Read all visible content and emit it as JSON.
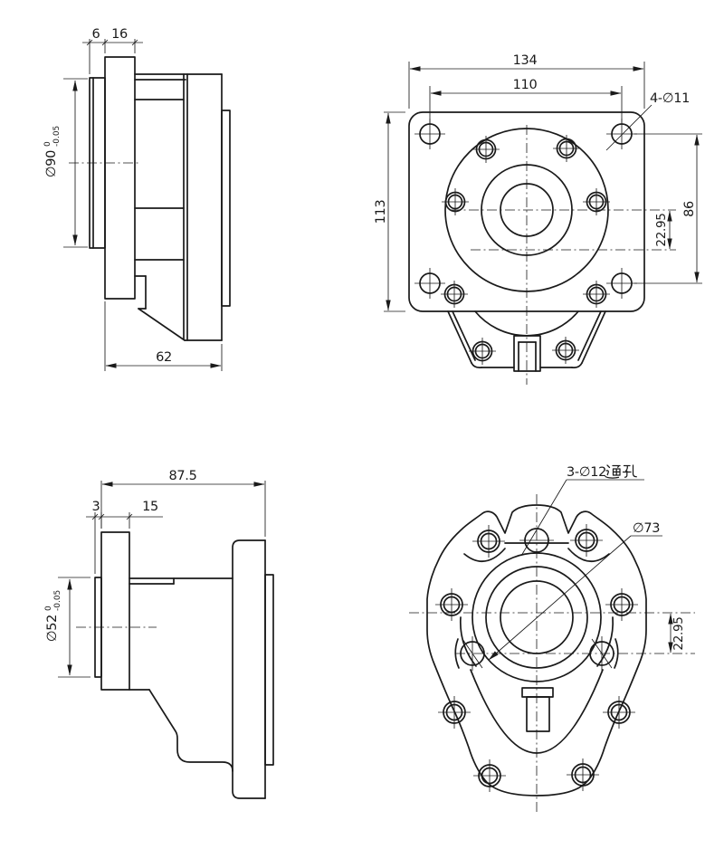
{
  "drawing": {
    "background": "#ffffff",
    "line_color": "#1a1a1a",
    "views": {
      "side_top": {
        "title": "front-flange-side-view",
        "dims": {
          "pilot_length": "6",
          "flange_thickness": "16",
          "pilot_dia": "∅90",
          "pilot_dia_tol_upper": "0",
          "pilot_dia_tol_lower": "-0.05",
          "body_depth": "62"
        }
      },
      "front_top": {
        "title": "mounting-flange-front-view",
        "dims": {
          "flange_width": "134",
          "bolt_spacing_h": "110",
          "corner_holes": "4-∅11",
          "flange_height": "113",
          "bolt_spacing_v": "86",
          "gear_center_offset": "22.95"
        }
      },
      "side_bottom": {
        "title": "rear-cover-side-view",
        "dims": {
          "overall_depth": "87.5",
          "pilot_length": "3",
          "flange_thickness": "15",
          "pilot_dia": "∅52",
          "pilot_dia_tol_upper": "0",
          "pilot_dia_tol_lower": "-0.05"
        }
      },
      "rear_bottom": {
        "title": "rear-cover-rear-view",
        "labels": {
          "through_holes": "3-∅12通孔",
          "through_holes_prefix": "3-∅12",
          "boss_dia": "∅73",
          "gear_center_offset": "22.95"
        }
      }
    }
  }
}
